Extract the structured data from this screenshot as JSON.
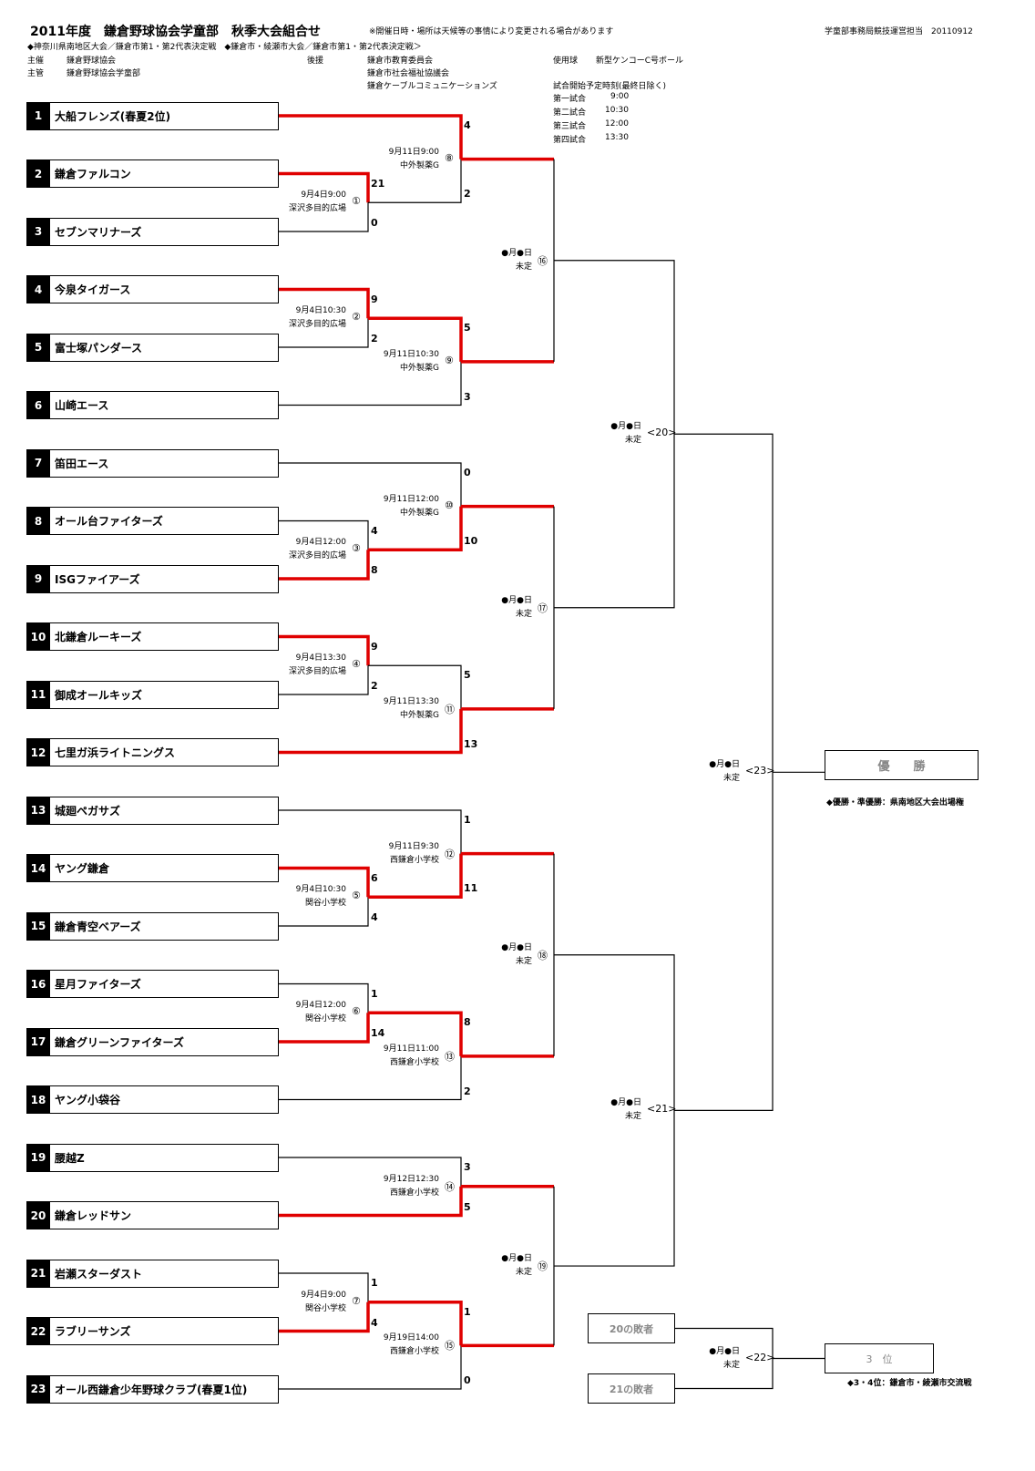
{
  "header": {
    "title": "2011年度　鎌倉野球協会学童部　秋季大会組合せ",
    "notice": "※開催日時・場所は天候等の事情により変更される場合があります",
    "issuer": "学童部事務局競技運営担当　20110912",
    "subtitle": "◆神奈川県南地区大会／鎌倉市第1・第2代表決定戦　◆鎌倉市・綾瀬市大会／鎌倉市第1・第2代表決定戦＞",
    "host_label": "主催",
    "host": "鎌倉野球協会",
    "manager_label": "主管",
    "manager": "鎌倉野球協会学童部",
    "support_label": "後援",
    "supporters": [
      "鎌倉市教育委員会",
      "鎌倉市社会福祉協議会",
      "鎌倉ケーブルコミュニケーションズ"
    ],
    "ball_label": "使用球",
    "ball": "新型ケンコーC号ボール",
    "schedule_title": "試合開始予定時刻(最終日除く)",
    "schedule": [
      {
        "label": "第一試合",
        "time": "9:00"
      },
      {
        "label": "第二試合",
        "time": "10:30"
      },
      {
        "label": "第三試合",
        "time": "12:00"
      },
      {
        "label": "第四試合",
        "time": "13:30"
      }
    ]
  },
  "teams": [
    {
      "num": "1",
      "name": "大船フレンズ(春夏2位)"
    },
    {
      "num": "2",
      "name": "鎌倉ファルコン"
    },
    {
      "num": "3",
      "name": "セブンマリナーズ"
    },
    {
      "num": "4",
      "name": "今泉タイガース"
    },
    {
      "num": "5",
      "name": "富士塚パンダース"
    },
    {
      "num": "6",
      "name": "山崎エース"
    },
    {
      "num": "7",
      "name": "笛田エース"
    },
    {
      "num": "8",
      "name": "オール台ファイターズ"
    },
    {
      "num": "9",
      "name": "ISGファイアーズ"
    },
    {
      "num": "10",
      "name": "北鎌倉ルーキーズ"
    },
    {
      "num": "11",
      "name": "御成オールキッズ"
    },
    {
      "num": "12",
      "name": "七里ガ浜ライトニングス"
    },
    {
      "num": "13",
      "name": "城廻ペガサズ"
    },
    {
      "num": "14",
      "name": "ヤング鎌倉"
    },
    {
      "num": "15",
      "name": "鎌倉青空ベアーズ"
    },
    {
      "num": "16",
      "name": "星月ファイターズ"
    },
    {
      "num": "17",
      "name": "鎌倉グリーンファイターズ"
    },
    {
      "num": "18",
      "name": "ヤング小袋谷"
    },
    {
      "num": "19",
      "name": "腰越Z"
    },
    {
      "num": "20",
      "name": "鎌倉レッドサン"
    },
    {
      "num": "21",
      "name": "岩瀬スターダスト"
    },
    {
      "num": "22",
      "name": "ラブリーサンズ"
    },
    {
      "num": "23",
      "name": "オール西鎌倉少年野球クラブ(春夏1位)"
    }
  ],
  "matches": [
    {
      "no": "①",
      "date": "9月4日9:00",
      "venue": "深沢多目的広場",
      "top_score": "21",
      "bottom_score": "0",
      "winner": "top"
    },
    {
      "no": "②",
      "date": "9月4日10:30",
      "venue": "深沢多目的広場",
      "top_score": "9",
      "bottom_score": "2",
      "winner": "top"
    },
    {
      "no": "③",
      "date": "9月4日12:00",
      "venue": "深沢多目的広場",
      "top_score": "4",
      "bottom_score": "8",
      "winner": "bottom"
    },
    {
      "no": "④",
      "date": "9月4日13:30",
      "venue": "深沢多目的広場",
      "top_score": "9",
      "bottom_score": "2",
      "winner": "top"
    },
    {
      "no": "⑤",
      "date": "9月4日10:30",
      "venue": "関谷小学校",
      "top_score": "6",
      "bottom_score": "4",
      "winner": "top"
    },
    {
      "no": "⑥",
      "date": "9月4日12:00",
      "venue": "関谷小学校",
      "top_score": "1",
      "bottom_score": "14",
      "winner": "bottom"
    },
    {
      "no": "⑦",
      "date": "9月4日9:00",
      "venue": "関谷小学校",
      "top_score": "1",
      "bottom_score": "4",
      "winner": "bottom"
    },
    {
      "no": "⑧",
      "date": "9月11日9:00",
      "venue": "中外製薬G",
      "top_score": "4",
      "bottom_score": "2",
      "winner": "top"
    },
    {
      "no": "⑨",
      "date": "9月11日10:30",
      "venue": "中外製薬G",
      "top_score": "5",
      "bottom_score": "3",
      "winner": "top"
    },
    {
      "no": "⑩",
      "date": "9月11日12:00",
      "venue": "中外製薬G",
      "top_score": "0",
      "bottom_score": "10",
      "winner": "bottom"
    },
    {
      "no": "⑪",
      "date": "9月11日13:30",
      "venue": "中外製薬G",
      "top_score": "5",
      "bottom_score": "13",
      "winner": "bottom"
    },
    {
      "no": "⑫",
      "date": "9月11日9:30",
      "venue": "西鎌倉小学校",
      "top_score": "1",
      "bottom_score": "11",
      "winner": "bottom"
    },
    {
      "no": "⑬",
      "date": "9月11日11:00",
      "venue": "西鎌倉小学校",
      "top_score": "8",
      "bottom_score": "2",
      "winner": "top"
    },
    {
      "no": "⑭",
      "date": "9月12日12:30",
      "venue": "西鎌倉小学校",
      "top_score": "3",
      "bottom_score": "5",
      "winner": "bottom"
    },
    {
      "no": "⑮",
      "date": "9月19日14:00",
      "venue": "西鎌倉小学校",
      "top_score": "1",
      "bottom_score": "0",
      "winner": "top"
    },
    {
      "no": "⑯",
      "date": "●月●日",
      "venue": "未定"
    },
    {
      "no": "⑰",
      "date": "●月●日",
      "venue": "未定"
    },
    {
      "no": "⑱",
      "date": "●月●日",
      "venue": "未定"
    },
    {
      "no": "⑲",
      "date": "●月●日",
      "venue": "未定"
    },
    {
      "no": "<20>",
      "date": "●月●日",
      "venue": "未定"
    },
    {
      "no": "<21>",
      "date": "●月●日",
      "venue": "未定"
    },
    {
      "no": "<22>",
      "date": "●月●日",
      "venue": "未定"
    },
    {
      "no": "<23>",
      "date": "●月●日",
      "venue": "未定"
    }
  ],
  "results": {
    "champion": "優　　勝",
    "champion_note": "◆優勝・準優勝：県南地区大会出場権",
    "loser20": "20の敗者",
    "loser21": "21の敗者",
    "third": "3　位",
    "third_note": "◆3・4位：鎌倉市・綾瀬市交流戦"
  },
  "colors": {
    "winner_line": "#e00000",
    "line": "#000000"
  }
}
